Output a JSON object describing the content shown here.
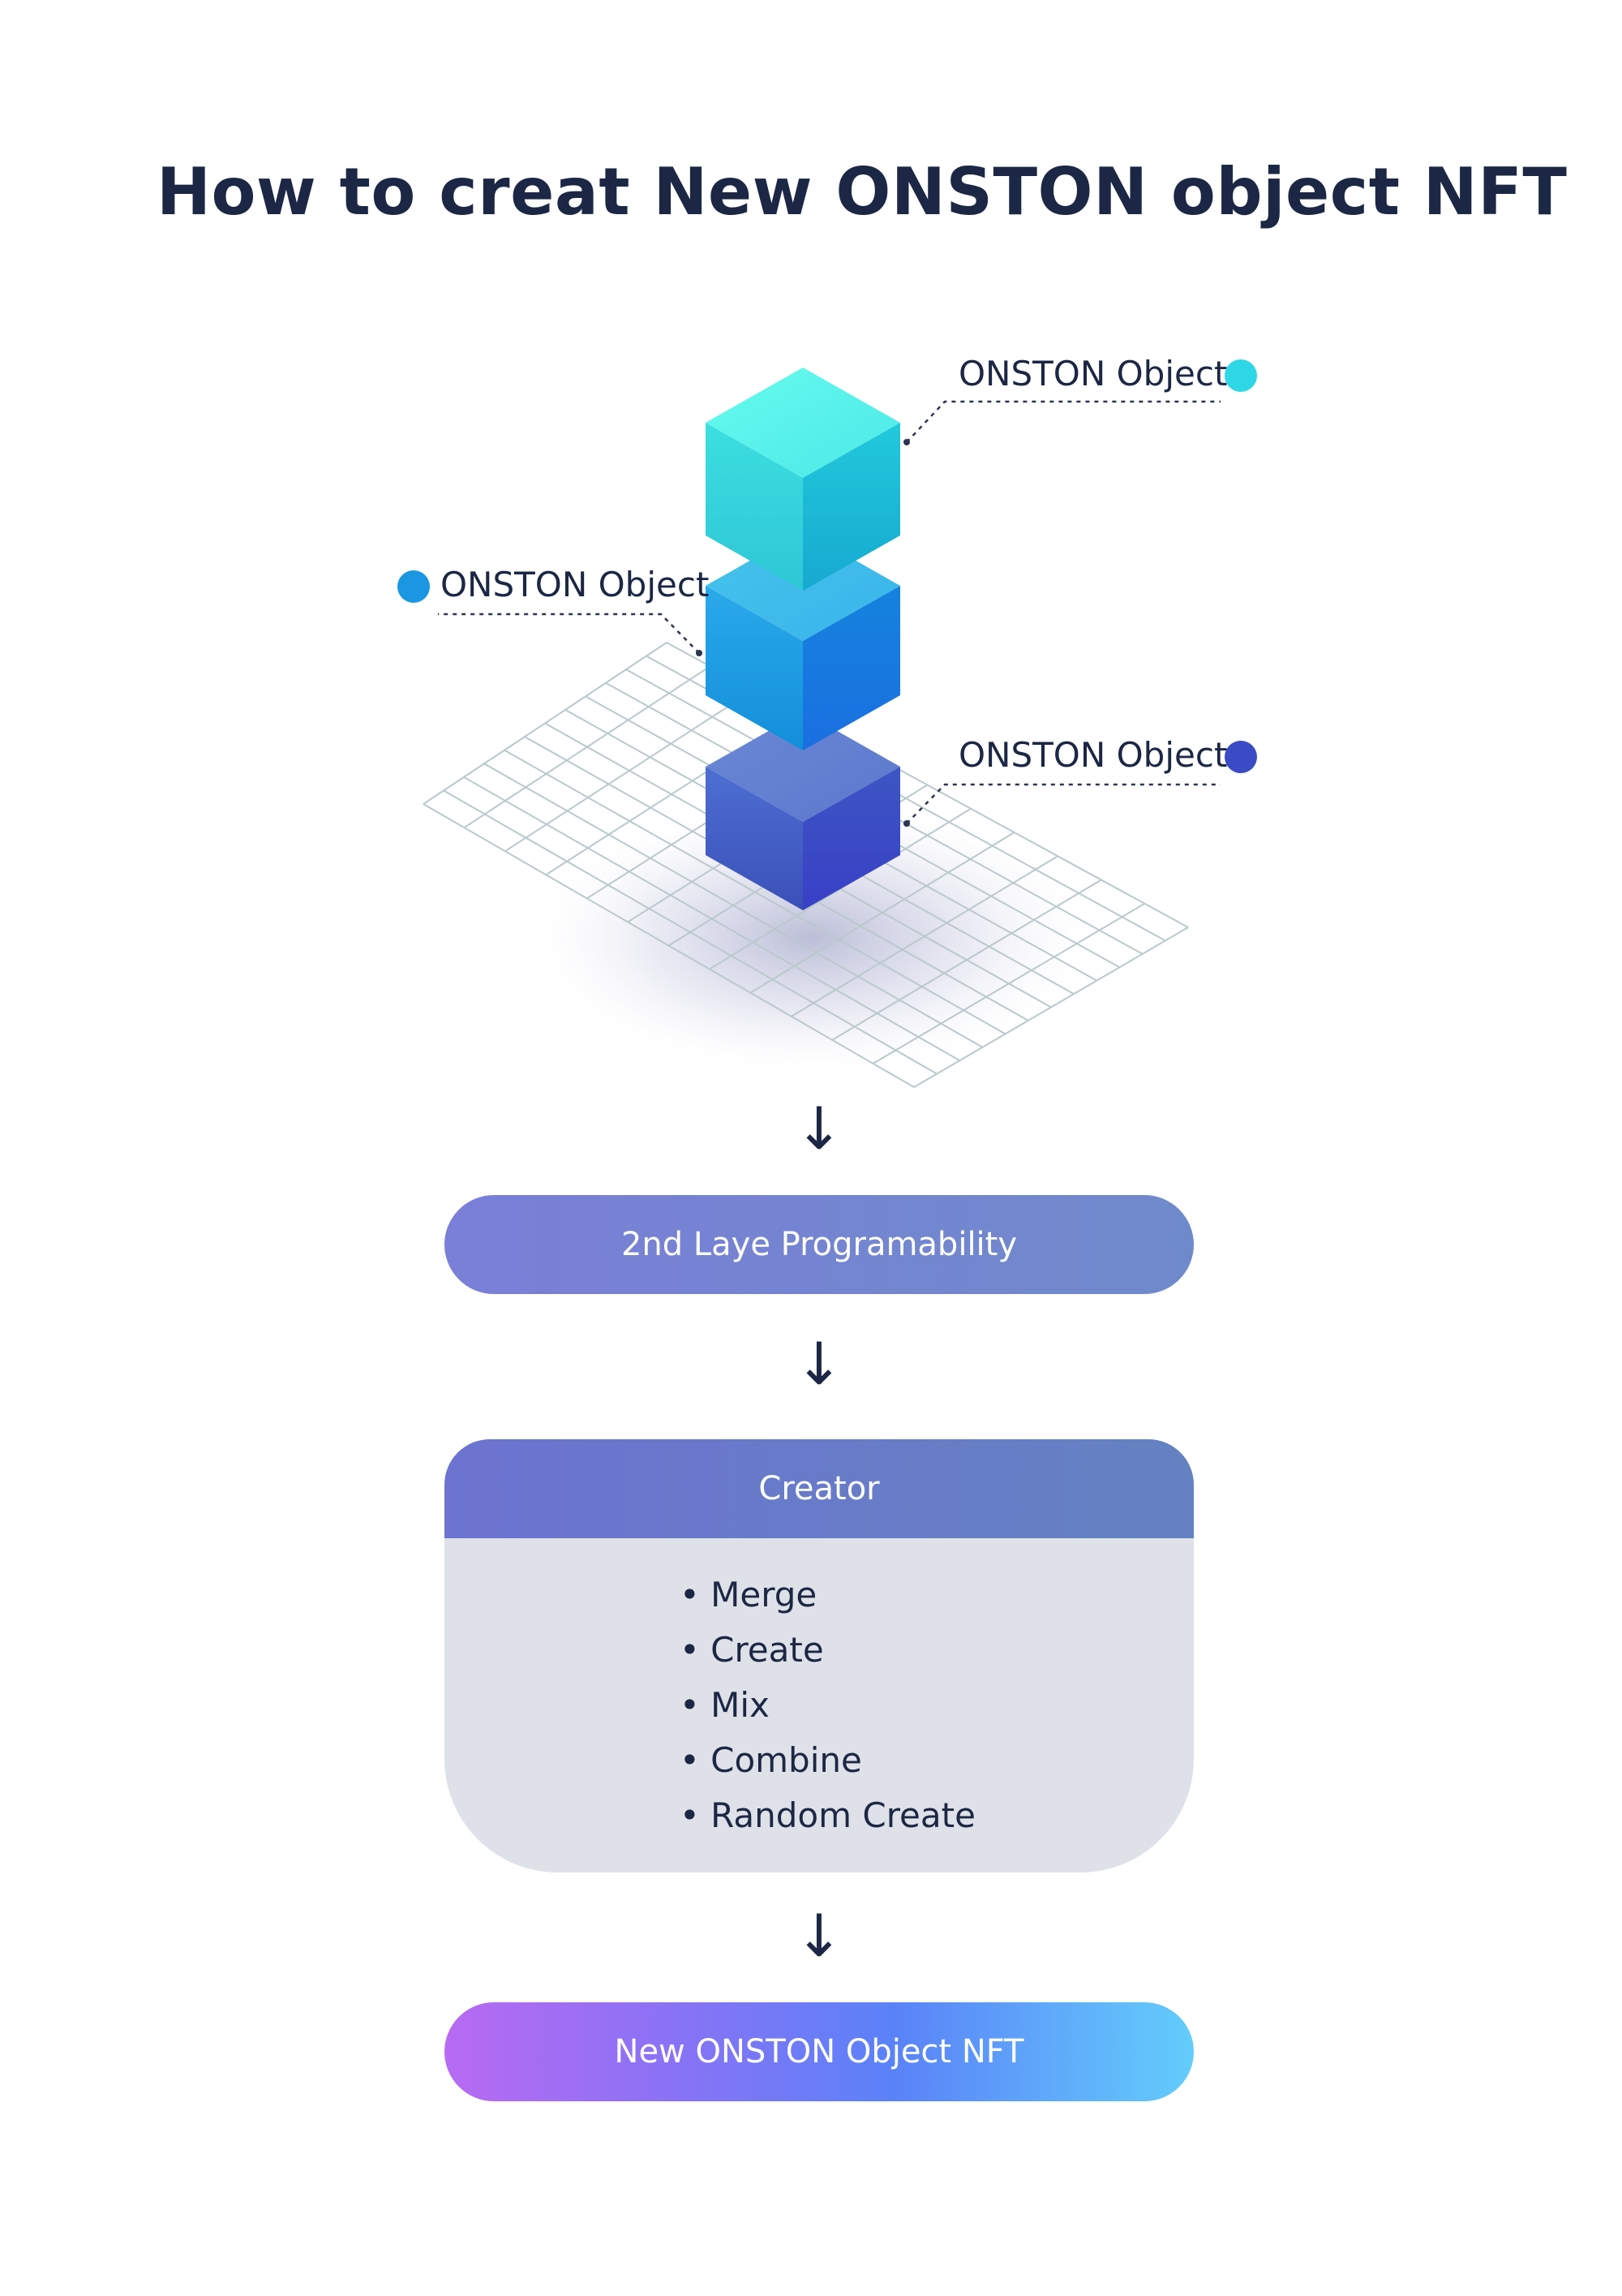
{
  "title": "How to creat New ONSTON object NFT",
  "objects": [
    {
      "label": "ONSTON Object",
      "color": "#2ed7e6"
    },
    {
      "label": "ONSTON Object",
      "color": "#1a97e0"
    },
    {
      "label": "ONSTON Object",
      "color": "#3b4bc6"
    }
  ],
  "arrow_glyph": "↓",
  "steps": {
    "programmability": "2nd Laye Programability",
    "creator": {
      "title": "Creator",
      "items": [
        "Merge",
        "Create",
        "Mix",
        "Combine",
        "Random Create"
      ]
    },
    "result": "New ONSTON Object NFT"
  }
}
